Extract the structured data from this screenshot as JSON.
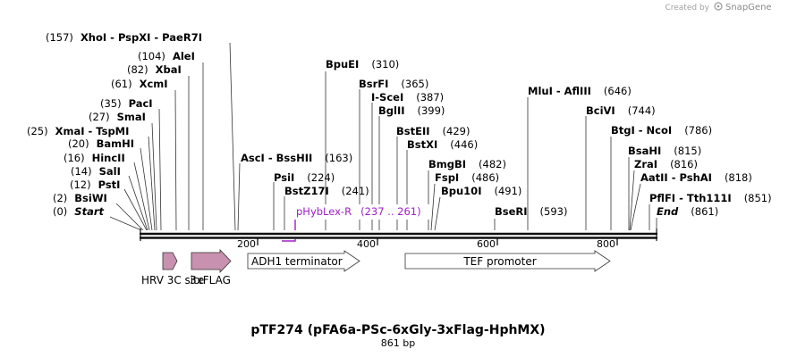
{
  "credit": {
    "prefix": "Created by",
    "brand": "SnapGene"
  },
  "title": "pTF274 (pFA6a-PSc-6xGly-3xFlag-HphMX)",
  "subtitle": "861 bp",
  "ticks": [
    "200",
    "400",
    "600",
    "800"
  ],
  "primer": {
    "name": "pHybLex-R",
    "range": "(237 .. 261)"
  },
  "features": [
    {
      "label": "HRV 3C site"
    },
    {
      "label": "3xFLAG"
    },
    {
      "label": "ADH1 terminator"
    },
    {
      "label": "TEF promoter"
    }
  ],
  "sites": [
    {
      "pos": "(157)",
      "name": "XhoI  - PspXI  - PaeR7I"
    },
    {
      "pos": "(104)",
      "name": "AleI"
    },
    {
      "pos": "(82)",
      "name": "XbaI"
    },
    {
      "pos": "(61)",
      "name": "XcmI"
    },
    {
      "pos": "(35)",
      "name": "PacI"
    },
    {
      "pos": "(27)",
      "name": "SmaI"
    },
    {
      "pos": "(25)",
      "name": "XmaI  - TspMI"
    },
    {
      "pos": "(20)",
      "name": "BamHI"
    },
    {
      "pos": "(16)",
      "name": "HincII"
    },
    {
      "pos": "(14)",
      "name": "SalI"
    },
    {
      "pos": "(12)",
      "name": "PstI"
    },
    {
      "pos": "(2)",
      "name": "BsiWI"
    },
    {
      "pos": "(0)",
      "name": "Start"
    },
    {
      "pos": "(310)",
      "name": "BpuEI"
    },
    {
      "pos": "(365)",
      "name": "BsrFI"
    },
    {
      "pos": "(387)",
      "name": "I-SceI"
    },
    {
      "pos": "(399)",
      "name": "BglII"
    },
    {
      "pos": "(163)",
      "name": "AscI  - BssHII"
    },
    {
      "pos": "(224)",
      "name": "PsiI"
    },
    {
      "pos": "(241)",
      "name": "BstZ17I"
    },
    {
      "pos": "(429)",
      "name": "BstEII"
    },
    {
      "pos": "(446)",
      "name": "BstXI"
    },
    {
      "pos": "(482)",
      "name": "BmgBI"
    },
    {
      "pos": "(486)",
      "name": "FspI"
    },
    {
      "pos": "(491)",
      "name": "Bpu10I"
    },
    {
      "pos": "(593)",
      "name": "BseRI"
    },
    {
      "pos": "(646)",
      "name": "MluI  - AflIII"
    },
    {
      "pos": "(744)",
      "name": "BciVI"
    },
    {
      "pos": "(786)",
      "name": "BtgI  - NcoI"
    },
    {
      "pos": "(815)",
      "name": "BsaHI"
    },
    {
      "pos": "(816)",
      "name": "ZraI"
    },
    {
      "pos": "(818)",
      "name": "AatII  - PshAI"
    },
    {
      "pos": "(851)",
      "name": "PflFI  - Tth111I"
    },
    {
      "pos": "(861)",
      "name": "End"
    }
  ]
}
